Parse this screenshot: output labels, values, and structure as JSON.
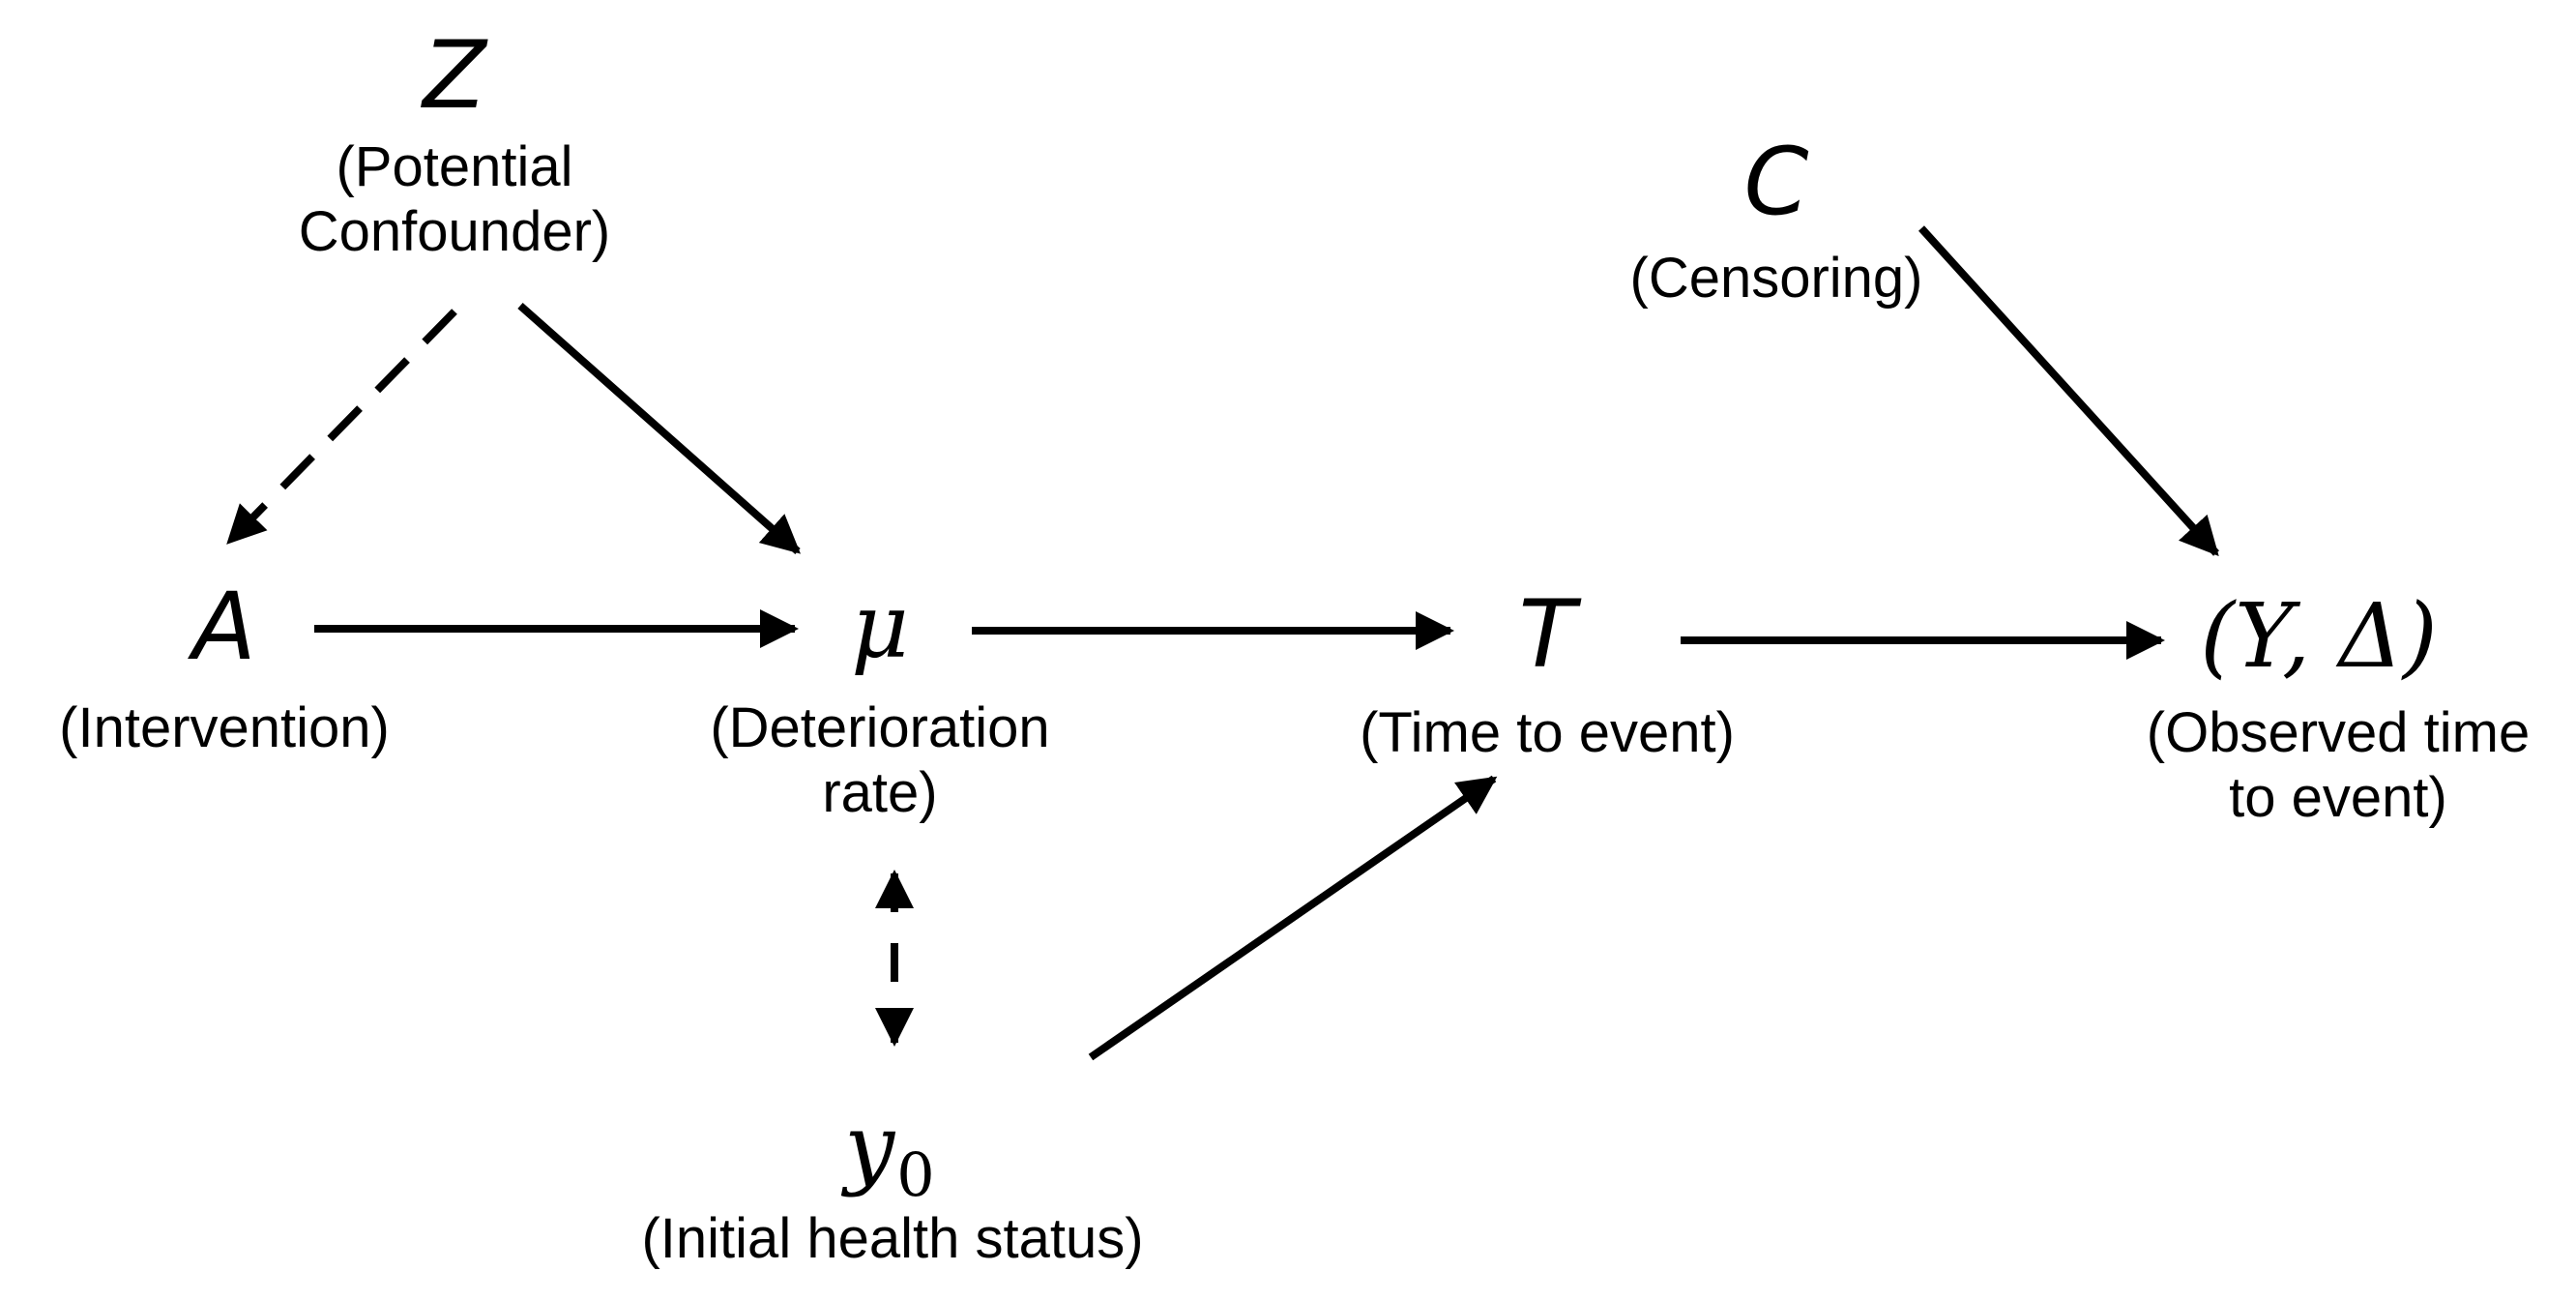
{
  "nodes": [
    {
      "id": "Z",
      "symbol": "Z",
      "label_lines": [
        "(Potential",
        "Confounder)"
      ]
    },
    {
      "id": "C",
      "symbol": "C",
      "label_lines": [
        "(Censoring)"
      ]
    },
    {
      "id": "A",
      "symbol": "A",
      "label_lines": [
        "(Intervention)"
      ]
    },
    {
      "id": "mu",
      "symbol": "μ",
      "label_lines": [
        "(Deterioration",
        "rate)"
      ]
    },
    {
      "id": "T",
      "symbol": "T",
      "label_lines": [
        "(Time to event)"
      ]
    },
    {
      "id": "YD",
      "symbol": "(Y, Δ)",
      "label_lines": [
        "(Observed time",
        "to event)"
      ]
    },
    {
      "id": "y0",
      "symbol": "y",
      "subscript": "0",
      "label_lines": [
        "(Initial health status)"
      ]
    }
  ],
  "edges": [
    {
      "from": "Z",
      "to": "A",
      "style": "dashed",
      "direction": "forward"
    },
    {
      "from": "Z",
      "to": "mu",
      "style": "solid",
      "direction": "forward"
    },
    {
      "from": "A",
      "to": "mu",
      "style": "solid",
      "direction": "forward"
    },
    {
      "from": "mu",
      "to": "T",
      "style": "solid",
      "direction": "forward"
    },
    {
      "from": "T",
      "to": "YD",
      "style": "solid",
      "direction": "forward"
    },
    {
      "from": "C",
      "to": "YD",
      "style": "solid",
      "direction": "forward"
    },
    {
      "from": "y0",
      "to": "T",
      "style": "solid",
      "direction": "forward"
    },
    {
      "from": "mu",
      "to": "y0",
      "style": "dashed",
      "direction": "both"
    }
  ]
}
